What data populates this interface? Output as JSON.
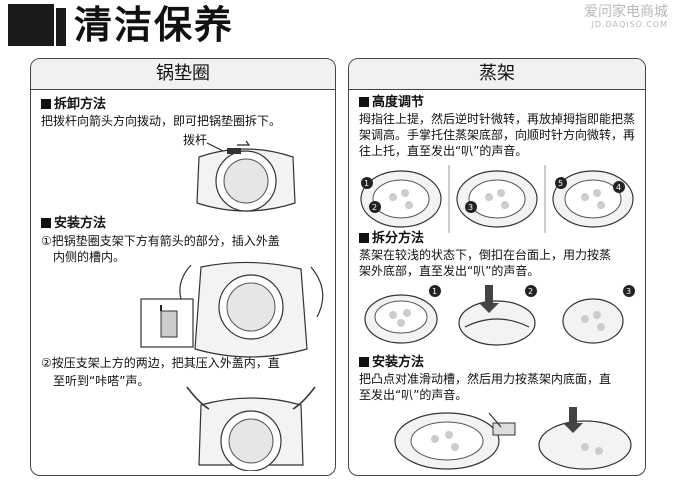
{
  "page": {
    "title": "清洁保养"
  },
  "watermark": {
    "line1": "爱问家电商城",
    "line2": "JD.DAQISO.COM"
  },
  "left": {
    "title": "锅垫圈",
    "remove": {
      "heading": "拆卸方法",
      "text": "把拨杆向箭头方向拨动，即可把锅垫圈拆下。",
      "callout": "拨杆"
    },
    "install": {
      "heading": "安装方法",
      "step1_line1": "①把锅垫圈支架下方有箭头的部分，插入外盖",
      "step1_line2": "内侧的槽内。",
      "step2_line1": "②按压支架上方的两边，把其压入外盖内，直",
      "step2_line2": "至听到“咔嗒”声。"
    }
  },
  "right": {
    "title": "蒸架",
    "height": {
      "heading": "高度调节",
      "line1": "拇指往上提，然后逆时针微转，再放掉拇指即能把蒸",
      "line2": "架调高。手掌托住蒸架底部，向顺时针方向微转，再",
      "line3": "往上托，直至发出“叭”的声音。"
    },
    "split": {
      "heading": "拆分方法",
      "line1": "蒸架在较浅的状态下，倒扣在台面上，用力按蒸",
      "line2": "架外底部，直至发出“叭”的声音。"
    },
    "install": {
      "heading": "安装方法",
      "line1": "把凸点对准滑动槽，然后用力按蒸架内底面，直",
      "line2": "至发出“叭”的声音。"
    }
  }
}
